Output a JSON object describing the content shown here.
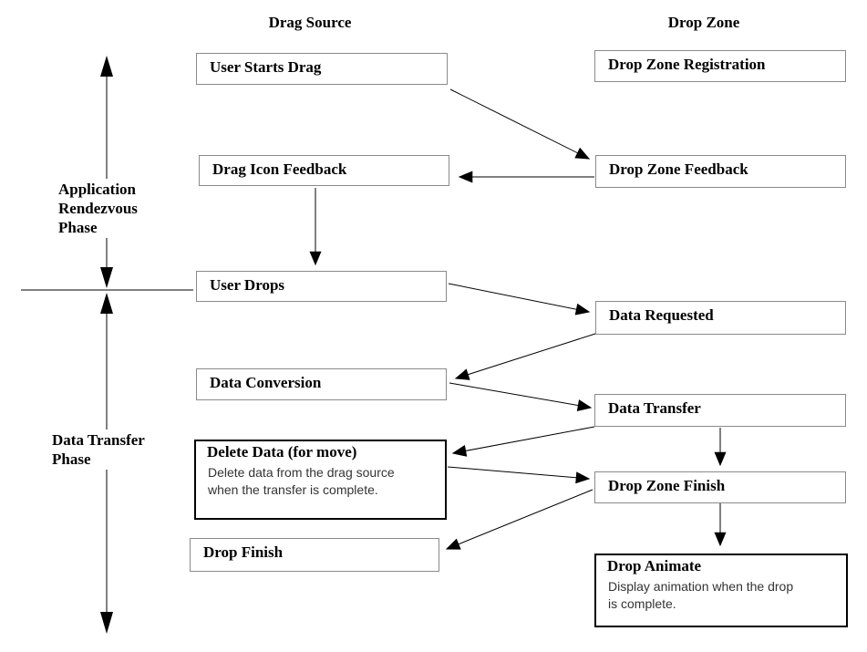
{
  "colors": {
    "background": "#ffffff",
    "box_border": "#8a8a8a",
    "emphasis_border": "#000000",
    "arrow": "#000000",
    "text": "#000000",
    "body_text": "#333333"
  },
  "columns": {
    "drag_source": {
      "header": "Drag Source",
      "boxes": [
        {
          "title": "User Starts Drag"
        },
        {
          "title": "Drag Icon Feedback"
        },
        {
          "title": "User Drops"
        },
        {
          "title": "Data Conversion"
        },
        {
          "title": "Delete Data (for move)",
          "body_lines": [
            "Delete data from the drag source",
            "when the transfer is complete."
          ]
        },
        {
          "title": "Drop Finish"
        }
      ]
    },
    "drop_zone": {
      "header": "Drop Zone",
      "boxes": [
        {
          "title": "Drop Zone Registration"
        },
        {
          "title": "Drop Zone Feedback"
        },
        {
          "title": "Data Requested"
        },
        {
          "title": "Data Transfer"
        },
        {
          "title": "Drop Zone Finish"
        },
        {
          "title": "Drop Animate",
          "body_lines": [
            "Display animation when the drop",
            "is complete."
          ]
        }
      ]
    }
  },
  "phases": [
    {
      "name": "Application Rendezvous Phase",
      "lines": [
        "Application",
        "Rendezvous",
        "Phase"
      ]
    },
    {
      "name": "Data Transfer Phase",
      "lines": [
        "Data Transfer",
        "Phase"
      ]
    }
  ],
  "connections": [
    {
      "from": "User Starts Drag",
      "to": "Drop Zone Feedback"
    },
    {
      "from": "Drop Zone Feedback",
      "to": "Drag Icon Feedback"
    },
    {
      "from": "Drag Icon Feedback",
      "to": "User Drops"
    },
    {
      "from": "User Drops",
      "to": "Data Requested"
    },
    {
      "from": "Data Requested",
      "to": "Data Conversion"
    },
    {
      "from": "Data Conversion",
      "to": "Data Transfer"
    },
    {
      "from": "Data Transfer",
      "to": "Delete Data (for move)"
    },
    {
      "from": "Delete Data (for move)",
      "to": "Drop Zone Finish"
    },
    {
      "from": "Drop Zone Finish",
      "to": "Drop Finish"
    },
    {
      "from": "Data Transfer",
      "to": "Drop Zone Finish"
    },
    {
      "from": "Drop Zone Finish",
      "to": "Drop Animate"
    }
  ]
}
